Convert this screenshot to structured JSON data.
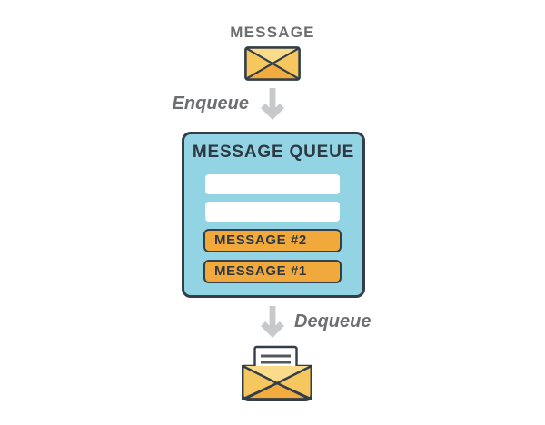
{
  "colors": {
    "background": "#ffffff",
    "outline_dark": "#333e48",
    "title_dark": "#2e3943",
    "queue_fill": "#92d4e4",
    "slot_orange": "#f2a93c",
    "slot_white": "#ffffff",
    "label_gray": "#6d6e71",
    "arrow_gray": "#c8c9cb",
    "envelope_light": "#fadb8c",
    "envelope_mid": "#f7c75f",
    "envelope_deep": "#f2ab3e",
    "paper_line": "#56575b"
  },
  "diagram": {
    "message_label": "MESSAGE",
    "enqueue_label": "Enqueue",
    "dequeue_label": "Dequeue",
    "queue": {
      "title": "MESSAGE QUEUE",
      "empty_slot_count": 2,
      "messages": [
        {
          "label": "MESSAGE #2"
        },
        {
          "label": "MESSAGE #1"
        }
      ]
    },
    "icons": {
      "incoming": "closed-envelope-icon",
      "enqueue_flow": "down-arrow-icon",
      "dequeue_flow": "down-arrow-icon",
      "outgoing": "open-envelope-icon"
    }
  }
}
